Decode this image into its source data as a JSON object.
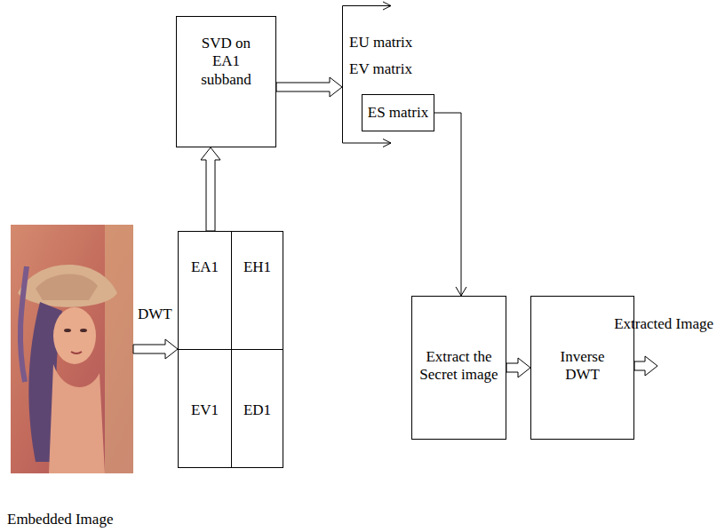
{
  "diagram": {
    "nodes": [
      {
        "text": [
          "SVD on EA1 subband"
        ]
      },
      {
        "text": [
          "EA1"
        ]
      },
      {
        "text": [
          "EH1"
        ]
      },
      {
        "text": [
          "EV1"
        ]
      },
      {
        "text": [
          "ED1"
        ]
      },
      {
        "text": [
          "EU matrix",
          "EV matrix"
        ]
      },
      {
        "text": [
          "ES matrix"
        ],
        "in": 5
      },
      {
        "text": [
          "Extract the Secret image"
        ]
      },
      {
        "text": [
          "Inverse DWT"
        ]
      }
    ],
    "edges": [
      {
        "from": 1,
        "to": 0,
        "arrow": "to"
      },
      {
        "from": 0,
        "to": 5,
        "arrow": "to"
      },
      {
        "from": 6,
        "to": 7,
        "arrow": "to"
      },
      {
        "from": 7,
        "to": 8,
        "arrow": "to"
      }
    ],
    "labels": [
      "DWT",
      "Extracted Image",
      "Embedded Image"
    ]
  }
}
